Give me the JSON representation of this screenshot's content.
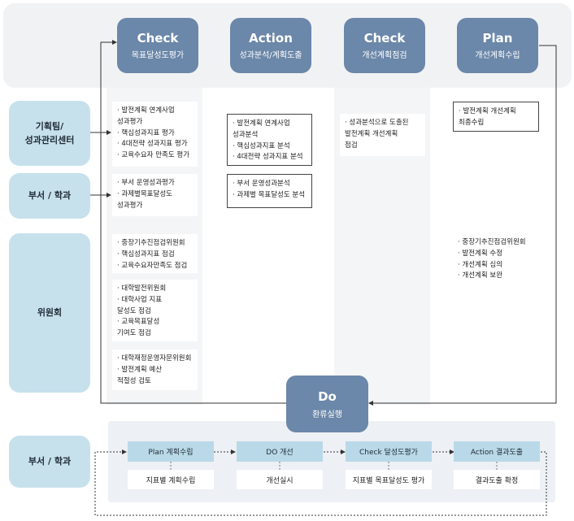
{
  "phases": [
    {
      "title": "Check",
      "subtitle": "목표달성도평가"
    },
    {
      "title": "Action",
      "subtitle": "성과분석/계획도출"
    },
    {
      "title": "Check",
      "subtitle": "개선계획점검"
    },
    {
      "title": "Plan",
      "subtitle": "개선계획수립"
    }
  ],
  "do_box": {
    "title": "Do",
    "subtitle": "환류실행"
  },
  "rows": [
    {
      "label": "기획팀/\n성과관리센터"
    },
    {
      "label": "부서 / 학과"
    },
    {
      "label": "위원회"
    },
    {
      "label": "부서 / 학과"
    }
  ],
  "boxes": {
    "check_planning": "· 발전계획 연계사업\n  성과평가\n· 핵심성과지표 평가\n· 4대전략 성과지표 평가\n· 교육수요자 만족도 평가",
    "check_dept": "· 부서 운영성과평가\n· 과제별목표달성도\n  성과평가",
    "check_committee_1": "· 중장기추진점검위원회\n· 핵심성과지표 점검\n· 교육수요자만족도 점검",
    "check_committee_2": "· 대학발전위원회\n· 대학사업 지표\n  달성도 점검\n· 교육목표달성\n  기여도 점검",
    "check_committee_3": "· 대학재정운영자문위원회\n· 발전계획 예산\n  적절성 검토",
    "action_planning": "· 발전계획 연계사업\n  성과분석\n· 핵심성과지표 분석\n· 4대전략 성과지표 분석",
    "action_dept": "· 부서 운영성과분석\n· 과제별 목표달성도 분석",
    "check2_planning": "· 성과분석으로 도출된\n  발전계획 개선계획\n  점검",
    "plan_planning": "· 발전계획 개선계획\n  최종수립",
    "plan_committee": "· 중장기추진점검위원회\n· 발전계획 수정\n· 개선계획 심의\n· 개선계획 보완"
  },
  "cycle": [
    {
      "step": "Plan 계획수립",
      "detail": "지표별 계획수립"
    },
    {
      "step": "DO 개선",
      "detail": "개선실시"
    },
    {
      "step": "Check 달성도평가",
      "detail": "지표별 목표달성도 평가"
    },
    {
      "step": "Action 결과도출",
      "detail": "결과도출 확정"
    }
  ],
  "colors": {
    "phase_fill": "#6b87a9",
    "row_label_fill": "#c6e1ec",
    "step_fill": "#b9d9e8",
    "column_fill": "#f4f5f7"
  }
}
